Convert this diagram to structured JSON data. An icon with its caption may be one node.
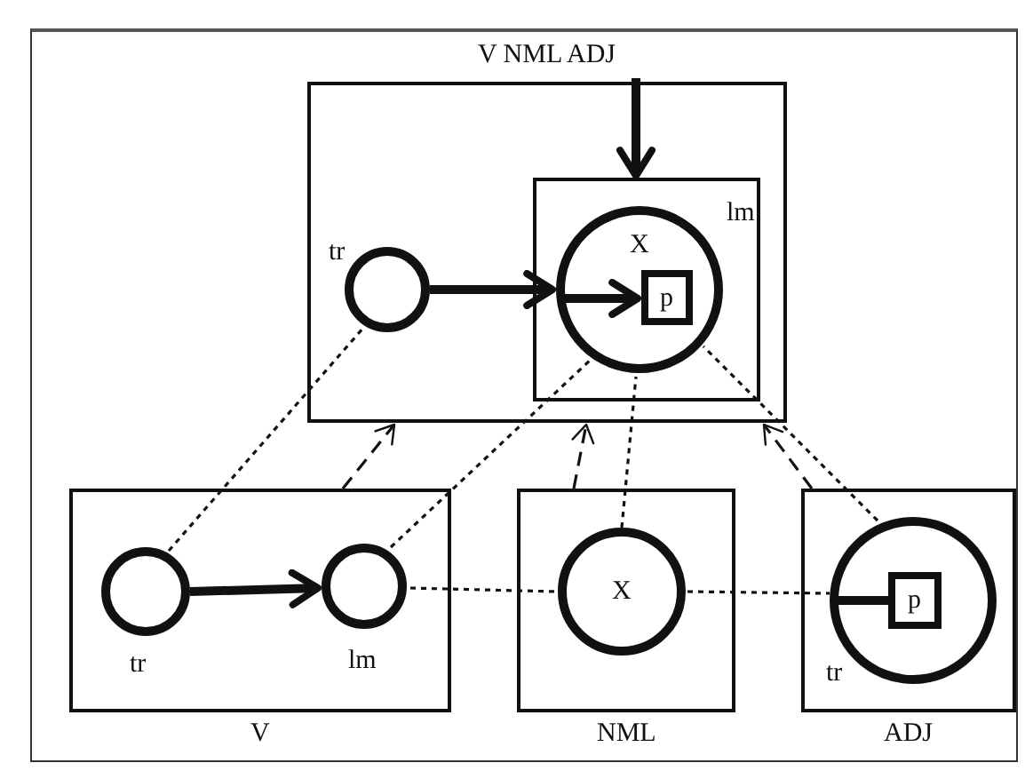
{
  "diagram": {
    "nodes": [
      {
        "text": [
          "V NML ADJ"
        ]
      },
      {
        "text": [],
        "shape": "circle",
        "in": 0,
        "beside": [
          "tr"
        ]
      },
      {
        "text": [
          "lm"
        ],
        "in": 0
      },
      {
        "text": [
          "X"
        ],
        "in": 2
      },
      {
        "text": [
          "p"
        ],
        "in": 3
      },
      {
        "text": [
          "V"
        ]
      },
      {
        "text": [],
        "shape": "circle",
        "in": 5,
        "beside": [
          "tr"
        ]
      },
      {
        "text": [],
        "shape": "circle",
        "in": 5,
        "beside": [
          "lm"
        ]
      },
      {
        "text": [
          "NML"
        ]
      },
      {
        "text": [
          "X"
        ],
        "in": 8
      },
      {
        "text": [
          "ADJ"
        ]
      },
      {
        "text": [
          "tr"
        ],
        "in": 10
      },
      {
        "text": [
          "p"
        ],
        "in": 11
      }
    ],
    "edges": [
      {
        "from": null,
        "to": 2,
        "arrow": "to",
        "style": "thick"
      },
      {
        "from": 1,
        "to": 3,
        "arrow": "to",
        "style": "thick"
      },
      {
        "from": 3,
        "to": 4,
        "arrow": "to",
        "style": "thick"
      },
      {
        "from": 6,
        "to": 7,
        "arrow": "to",
        "style": "thick"
      },
      {
        "from": 11,
        "to": 12,
        "arrow": "none",
        "style": "thick"
      },
      {
        "from": 5,
        "to": 0,
        "arrow": "to",
        "style": "dashed"
      },
      {
        "from": 8,
        "to": 0,
        "arrow": "to",
        "style": "dashed"
      },
      {
        "from": 10,
        "to": 0,
        "arrow": "to",
        "style": "dashed"
      },
      {
        "from": 6,
        "to": 1,
        "arrow": "none",
        "style": "dashed"
      },
      {
        "from": 7,
        "to": 3,
        "arrow": "none",
        "style": "dashed"
      },
      {
        "from": 7,
        "to": 9,
        "arrow": "none",
        "style": "dashed"
      },
      {
        "from": 9,
        "to": 3,
        "arrow": "none",
        "style": "dashed"
      },
      {
        "from": 9,
        "to": 11,
        "arrow": "none",
        "style": "dashed"
      },
      {
        "from": 11,
        "to": 3,
        "arrow": "none",
        "style": "dashed"
      }
    ]
  }
}
